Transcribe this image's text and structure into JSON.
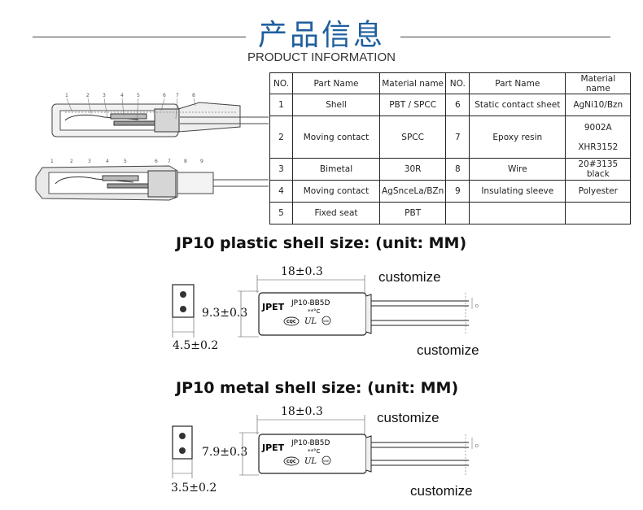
{
  "header": {
    "title_cn": "产品信息",
    "title_en": "PRODUCT INFORMATION"
  },
  "table": {
    "headers": [
      "NO.",
      "Part Name",
      "Material name",
      "NO.",
      "Part Name",
      "Material name"
    ],
    "rows": [
      {
        "no1": "1",
        "name1": "Shell",
        "mat1": "PBT / SPCC",
        "no2": "6",
        "name2": "Static contact sheet",
        "mat2": "AgNi10/Bzn"
      },
      {
        "no1": "2",
        "name1": "Moving contact",
        "mat1": "SPCC",
        "no2": "7",
        "name2": "Epoxy resin",
        "mat2_a": "9002A",
        "mat2_b": "XHR3152"
      },
      {
        "no1": "3",
        "name1": "Bimetal",
        "mat1": "30R",
        "no2": "8",
        "name2": "Wire",
        "mat2": "20#3135 black"
      },
      {
        "no1": "4",
        "name1": "Moving contact",
        "mat1": "AgSnceLa/BZn",
        "no2": "9",
        "name2": "Insulating sleeve",
        "mat2": "Polyester"
      },
      {
        "no1": "5",
        "name1": "Fixed seat",
        "mat1": "PBT",
        "no2": "",
        "name2": "",
        "mat2": ""
      }
    ]
  },
  "callouts_top": [
    "1",
    "2",
    "3",
    "4",
    "5",
    "6",
    "7",
    "8"
  ],
  "callouts_bottom": [
    "1",
    "2",
    "3",
    "4",
    "5",
    "6",
    "7",
    "8",
    "9"
  ],
  "plastic": {
    "title": "JP10 plastic shell size: (unit: MM)",
    "length": "18±0.3",
    "height": "9.3±0.3",
    "width": "4.5±0.2",
    "customize_top": "customize",
    "customize_bottom": "customize"
  },
  "metal": {
    "title": "JP10 metal shell size: (unit: MM)",
    "length": "18±0.3",
    "height": "7.9±0.3",
    "width": "3.5±0.2",
    "customize_top": "customize",
    "customize_bottom": "customize"
  },
  "device": {
    "brand": "JPET",
    "model": "JP10-BB5D",
    "temp": "**°C",
    "mark_cqc": "CQC",
    "mark_ul": "UL",
    "mark_vde": "VDE",
    "dim_d": "D"
  },
  "colors": {
    "title_blue": "#1f5f9e",
    "line": "#222222"
  }
}
